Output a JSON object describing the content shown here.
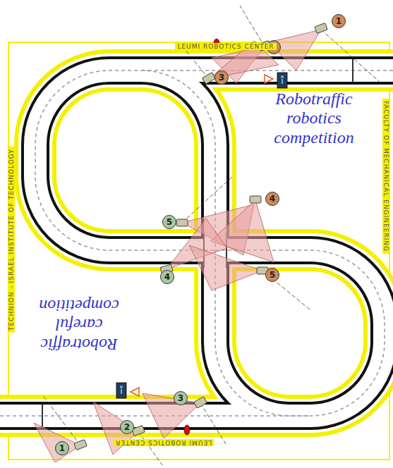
{
  "diagram": {
    "nodes": [
      {
        "text": [
          "1"
        ]
      },
      {
        "text": [
          "2"
        ]
      },
      {
        "text": [
          "3"
        ]
      },
      {
        "text": [
          "4"
        ]
      },
      {
        "text": [
          "5"
        ]
      },
      {
        "text": [
          "5"
        ]
      },
      {
        "text": [
          "4"
        ]
      },
      {
        "text": [
          "3"
        ]
      },
      {
        "text": [
          "2"
        ]
      },
      {
        "text": [
          "1"
        ]
      }
    ],
    "labels": [
      "LEUMI ROBOTICS CENTER",
      "FACULTY OF MECHANICAL ENGINEERING",
      "TECHNION - ISRAEL INSTITUTE OF TECHNOLOGY",
      "LEUMI ROBOTICS CENTER",
      "Robotraffic robotics competition",
      "Robotraffic careful competition"
    ]
  }
}
